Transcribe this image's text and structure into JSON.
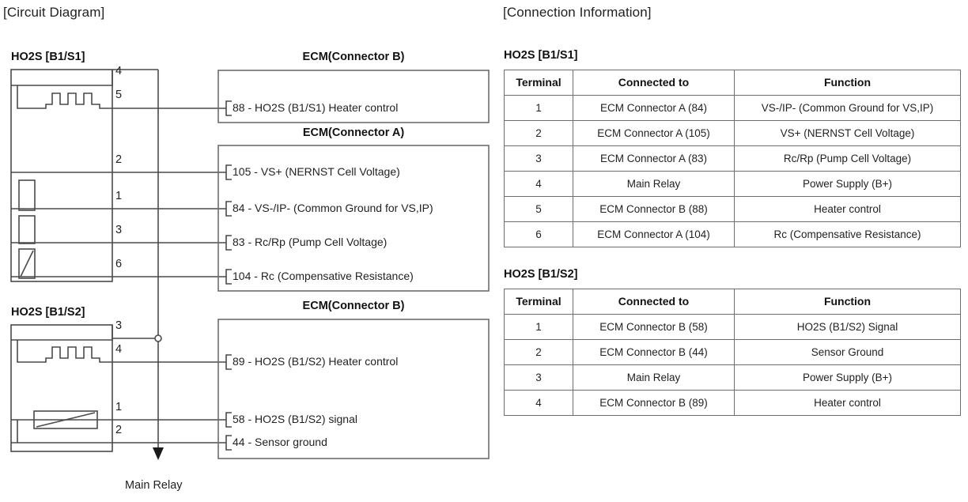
{
  "headings": {
    "circuit": "[Circuit Diagram]",
    "connection": "[Connection Information]"
  },
  "circuit": {
    "sensor1": {
      "title": "HO2S [B1/S1]",
      "pins": [
        "4",
        "5",
        "2",
        "1",
        "3",
        "6"
      ],
      "symbols": [
        "heater-element",
        "cell-1",
        "cell-2",
        "compensative-resistor"
      ]
    },
    "sensor2": {
      "title": "HO2S [B1/S2]",
      "pins": [
        "3",
        "4",
        "1",
        "2"
      ],
      "symbols": [
        "heater-element",
        "sensing-element"
      ]
    },
    "main_relay_label": "Main Relay",
    "ecm_boxes": [
      {
        "title": "ECM(Connector B)",
        "pins": [
          {
            "number": "88",
            "dash": "-",
            "text": "HO2S (B1/S1) Heater control"
          }
        ]
      },
      {
        "title": "ECM(Connector A)",
        "pins": [
          {
            "number": "105",
            "dash": "-",
            "text": "VS+ (NERNST Cell Voltage)"
          },
          {
            "number": "84",
            "dash": "-",
            "text": "VS-/IP- (Common Ground for VS,IP)"
          },
          {
            "number": "83",
            "dash": "-",
            "text": "Rc/Rp (Pump Cell Voltage)"
          },
          {
            "number": "104",
            "dash": "-",
            "text": "Rc (Compensative Resistance)"
          }
        ]
      },
      {
        "title": "ECM(Connector B)",
        "pins": [
          {
            "number": "89",
            "dash": "-",
            "text": "HO2S (B1/S2) Heater control"
          },
          {
            "number": "58",
            "dash": "-",
            "text": "HO2S (B1/S2) signal"
          },
          {
            "number": "44",
            "dash": "-",
            "text": "Sensor ground"
          }
        ]
      }
    ]
  },
  "tables": [
    {
      "title": "HO2S [B1/S1]",
      "columns": [
        "Terminal",
        "Connected to",
        "Function"
      ],
      "rows": [
        [
          "1",
          "ECM Connector A (84)",
          "VS-/IP- (Common Ground for VS,IP)"
        ],
        [
          "2",
          "ECM Connector A (105)",
          "VS+ (NERNST Cell Voltage)"
        ],
        [
          "3",
          "ECM Connector A (83)",
          "Rc/Rp (Pump Cell Voltage)"
        ],
        [
          "4",
          "Main Relay",
          "Power Supply (B+)"
        ],
        [
          "5",
          "ECM Connector B (88)",
          "Heater control"
        ],
        [
          "6",
          "ECM Connector A (104)",
          "Rc (Compensative Resistance)"
        ]
      ]
    },
    {
      "title": "HO2S [B1/S2]",
      "columns": [
        "Terminal",
        "Connected to",
        "Function"
      ],
      "rows": [
        [
          "1",
          "ECM Connector B (58)",
          "HO2S (B1/S2) Signal"
        ],
        [
          "2",
          "ECM Connector B (44)",
          "Sensor Ground"
        ],
        [
          "3",
          "Main Relay",
          "Power Supply (B+)"
        ],
        [
          "4",
          "ECM Connector B (89)",
          "Heater control"
        ]
      ]
    }
  ],
  "colors": {
    "line": "#4a4a4a",
    "box_border": "#6d6d6d",
    "text": "#1a1a1a",
    "background": "#ffffff"
  }
}
